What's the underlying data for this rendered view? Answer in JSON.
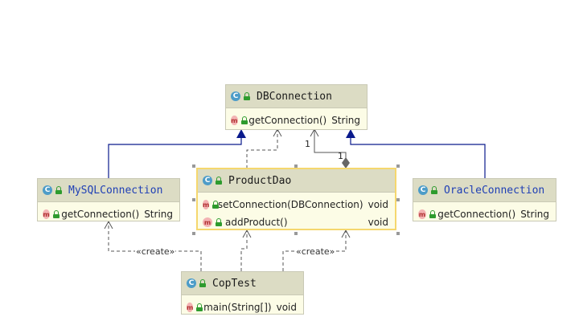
{
  "classes": {
    "dbconnection": {
      "name": "DBConnection",
      "methods": [
        {
          "name": "getConnection()",
          "type": "String"
        }
      ]
    },
    "mysql": {
      "name": "MySQLConnection",
      "methods": [
        {
          "name": "getConnection()",
          "type": "String"
        }
      ]
    },
    "productdao": {
      "name": "ProductDao",
      "methods": [
        {
          "name": "setConnection(DBConnection)",
          "type": "void"
        },
        {
          "name": "addProduct()",
          "type": "void"
        }
      ]
    },
    "oracle": {
      "name": "OracleConnection",
      "methods": [
        {
          "name": "getConnection()",
          "type": "String"
        }
      ]
    },
    "coptest": {
      "name": "CopTest",
      "methods": [
        {
          "name": "main(String[])",
          "type": "void"
        }
      ]
    }
  },
  "labels": {
    "create_left": "«create»",
    "create_right": "«create»",
    "mult_top": "1",
    "mult_bottom": "1"
  },
  "icons": {
    "class": "class-icon",
    "method": "method-icon",
    "visibility": "public-lock-icon",
    "test_class": "test-class-icon"
  },
  "colors": {
    "header": "#dcdcc4",
    "body": "#fcfce6",
    "class_icon": "#4d9cc8",
    "method_icon": "#f3b3b3",
    "visibility": "#2e9b2e",
    "inheritance": "#0a1a8c",
    "selection": "#f5d76e",
    "class_name_blue": "#1f3fb5"
  }
}
